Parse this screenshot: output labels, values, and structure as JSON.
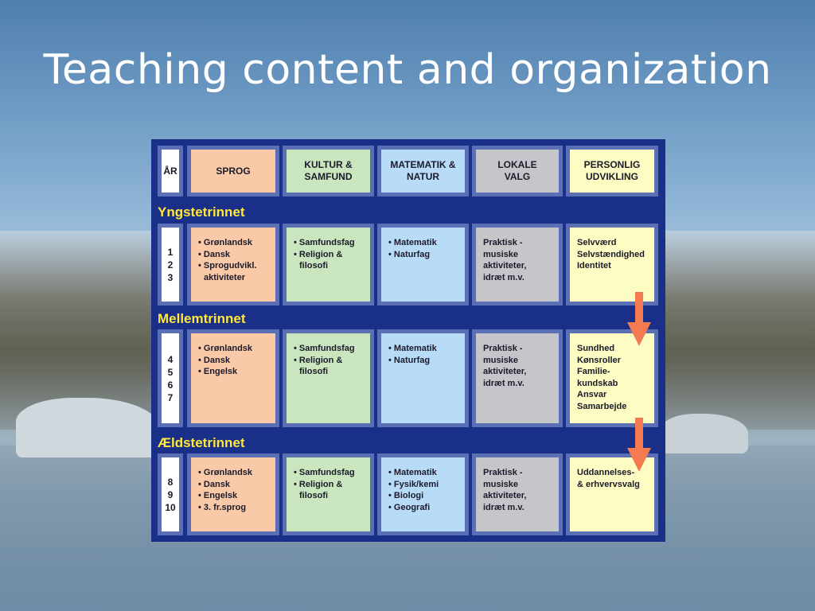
{
  "slide": {
    "title": "Teaching content and organization"
  },
  "table": {
    "headers": {
      "ar": "ÅR",
      "sprog": "SPROG",
      "kultur": [
        "KULTUR &",
        "SAMFUND"
      ],
      "matematik": [
        "MATEMATIK &",
        "NATUR"
      ],
      "lokale": [
        "LOKALE",
        "VALG"
      ],
      "personlig": [
        "PERSONLIG",
        "UDVIKLING"
      ]
    },
    "sections": [
      {
        "name": "Yngstetrinnet",
        "years": [
          "1",
          "2",
          "3"
        ],
        "sprog": [
          "Grønlandsk",
          "Dansk",
          "Sprogudvikl."
        ],
        "sprog_continued": "aktiviteter",
        "kultur": [
          "Samfundsfag",
          "Religion &"
        ],
        "kultur_continued": "filosofi",
        "matematik": [
          "Matematik",
          "Naturfag"
        ],
        "lokale": [
          "Praktisk -",
          "musiske",
          "aktiviteter,",
          "idræt m.v."
        ],
        "personlig": [
          "Selvværd",
          "Selvstændighed",
          "Identitet"
        ]
      },
      {
        "name": "Mellemtrinnet",
        "years": [
          "4",
          "5",
          "6",
          "7"
        ],
        "sprog": [
          "Grønlandsk",
          "Dansk",
          "Engelsk"
        ],
        "kultur": [
          "Samfundsfag",
          "Religion &"
        ],
        "kultur_continued": "filosofi",
        "matematik": [
          "Matematik",
          "Naturfag"
        ],
        "lokale": [
          "Praktisk -",
          "musiske",
          "aktiviteter,",
          "idræt m.v."
        ],
        "personlig": [
          "Sundhed",
          "Kønsroller",
          "Familie-",
          "kundskab",
          "Ansvar",
          "Samarbejde"
        ]
      },
      {
        "name": "Ældstetrinnet",
        "years": [
          "8",
          "9",
          "10"
        ],
        "sprog": [
          "Grønlandsk",
          "Dansk",
          "Engelsk",
          "3. fr.sprog"
        ],
        "kultur": [
          "Samfundsfag",
          "Religion &"
        ],
        "kultur_continued": "filosofi",
        "matematik": [
          "Matematik",
          "Fysik/kemi",
          "Biologi",
          "Geografi"
        ],
        "lokale": [
          "Praktisk -",
          "musiske",
          "aktiviteter,",
          "idræt m.v."
        ],
        "personlig": [
          "Uddannelses-",
          "& erhvervsvalg"
        ]
      }
    ]
  },
  "colors": {
    "board": "#1a2f88",
    "section_label": "#ffe83a",
    "sprog": "#f9c9a8",
    "kultur": "#c9e6bf",
    "matematik": "#b8dcf8",
    "lokale": "#c4c6c9",
    "personlig": "#fdfcc2",
    "arrow": "#f47b4f"
  }
}
